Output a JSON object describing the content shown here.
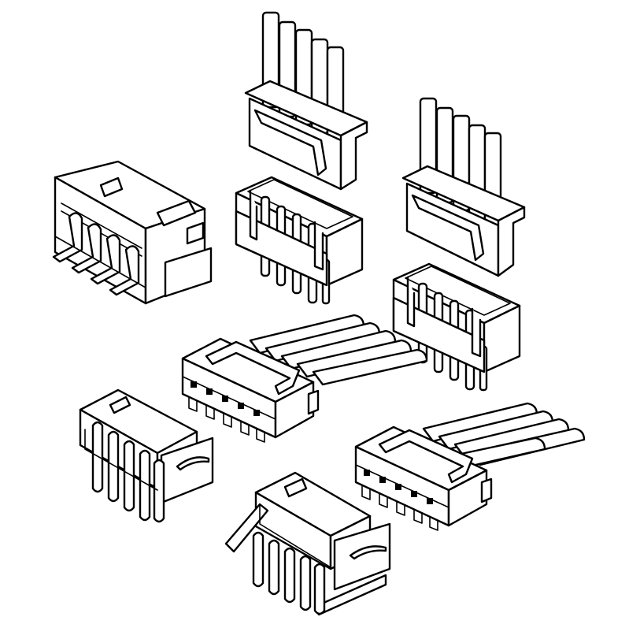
{
  "illustration": {
    "background": "#ffffff",
    "line_color": "#000000",
    "components": [
      {
        "name": "smt-right-angle-header-4pin",
        "kind": "header",
        "pins": 4
      },
      {
        "name": "crimp-housing-vertical-wires-left",
        "kind": "housing",
        "pins": 5
      },
      {
        "name": "vertical-header-4pin-left",
        "kind": "header",
        "pins": 4
      },
      {
        "name": "crimp-housing-vertical-wires-right",
        "kind": "housing",
        "pins": 5
      },
      {
        "name": "vertical-header-4pin-right",
        "kind": "header",
        "pins": 4
      },
      {
        "name": "crimp-housing-horizontal-wires-center",
        "kind": "housing",
        "pins": 5
      },
      {
        "name": "right-angle-through-hole-header-5pin",
        "kind": "header",
        "pins": 5
      },
      {
        "name": "crimp-housing-horizontal-wires-right",
        "kind": "housing",
        "pins": 5
      },
      {
        "name": "right-angle-header-with-boss-5pin",
        "kind": "header",
        "pins": 5
      }
    ]
  }
}
